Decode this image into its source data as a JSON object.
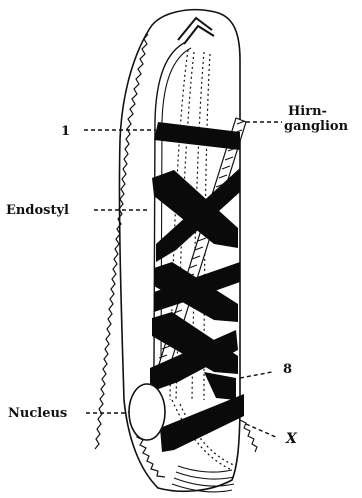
{
  "figure": {
    "labels": {
      "band_first": "1",
      "brain_ganglion_line1": "Hirn-",
      "brain_ganglion_line2": "ganglion",
      "endostyle": "Endostyl",
      "band_last": "8",
      "nucleus": "Nucleus",
      "x_marker": "X"
    },
    "muscle_band_count": 8,
    "colors": {
      "ink": "#111111",
      "background": "#ffffff",
      "band": "#0a0a0a"
    }
  }
}
